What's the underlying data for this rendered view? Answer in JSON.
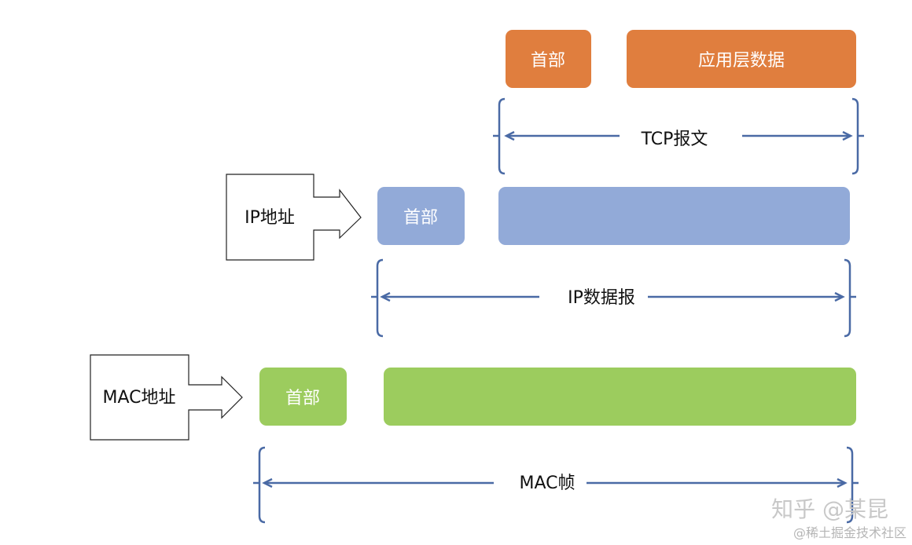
{
  "layers": {
    "tcp": {
      "header_label": "首部",
      "data_label": "应用层数据",
      "span_label": "TCP报文",
      "color": "#E07E3E"
    },
    "ip": {
      "header_label": "首部",
      "span_label": "IP数据报",
      "address_label": "IP地址",
      "color": "#92AAD8"
    },
    "mac": {
      "header_label": "首部",
      "span_label": "MAC帧",
      "address_label": "MAC地址",
      "color": "#9CCC5E"
    }
  },
  "bracket_color": "#4A6AA5",
  "watermark": {
    "primary": "知乎 @某昆",
    "secondary": "@稀土掘金技术社区"
  }
}
